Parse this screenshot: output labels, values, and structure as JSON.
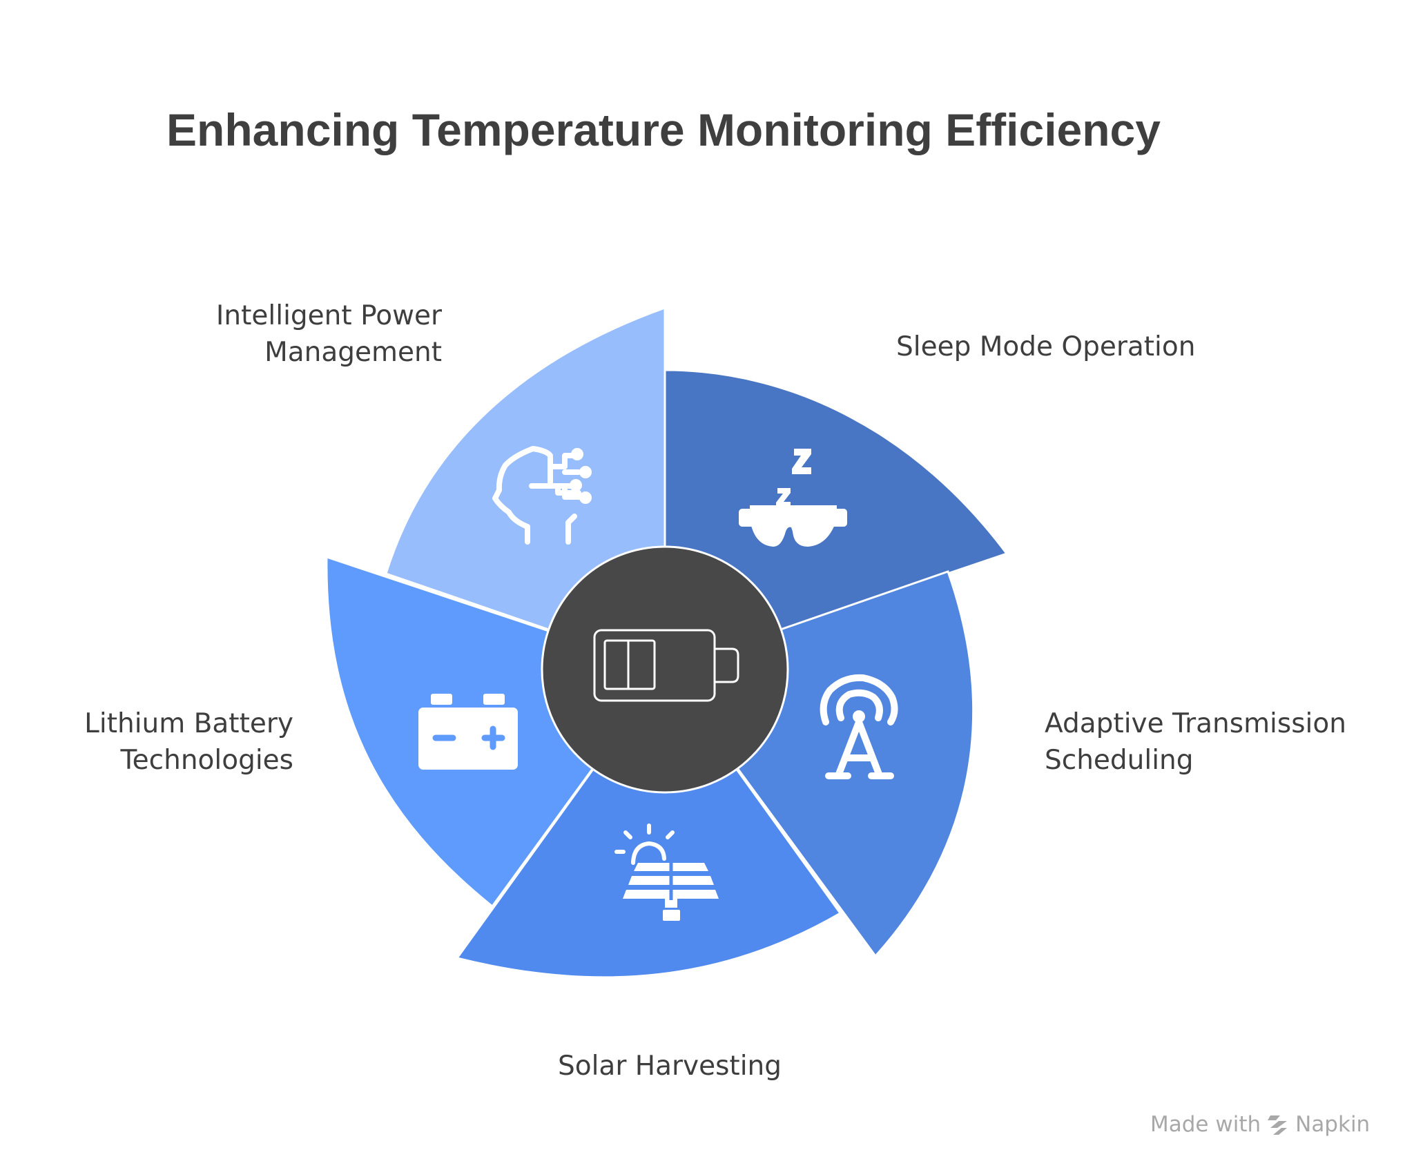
{
  "title": "Enhancing Temperature Monitoring Efficiency",
  "center": {
    "icon": "battery-low-icon"
  },
  "segments": [
    {
      "id": "intelligent-power",
      "label_lines": [
        "Intelligent Power",
        "Management"
      ],
      "icon": "brain-circuit-icon",
      "color": "#98BDFC"
    },
    {
      "id": "sleep-mode",
      "label_lines": [
        "Sleep Mode Operation"
      ],
      "icon": "sleep-mask-icon",
      "color": "#4876C4"
    },
    {
      "id": "adaptive-transmission",
      "label_lines": [
        "Adaptive Transmission",
        "Scheduling"
      ],
      "icon": "antenna-signal-icon",
      "color": "#5086DF"
    },
    {
      "id": "solar-harvesting",
      "label_lines": [
        "Solar Harvesting"
      ],
      "icon": "solar-panel-icon",
      "color": "#508AEE"
    },
    {
      "id": "lithium-battery",
      "label_lines": [
        "Lithium Battery",
        "Technologies"
      ],
      "icon": "car-battery-icon",
      "color": "#5E9BFC"
    }
  ],
  "colors": {
    "center": "#484848",
    "title_text": "#3f3f3f",
    "label_text": "#3e3e3e"
  },
  "watermark": {
    "prefix": "Made with",
    "brand": "Napkin",
    "icon": "napkin-logo-icon"
  }
}
